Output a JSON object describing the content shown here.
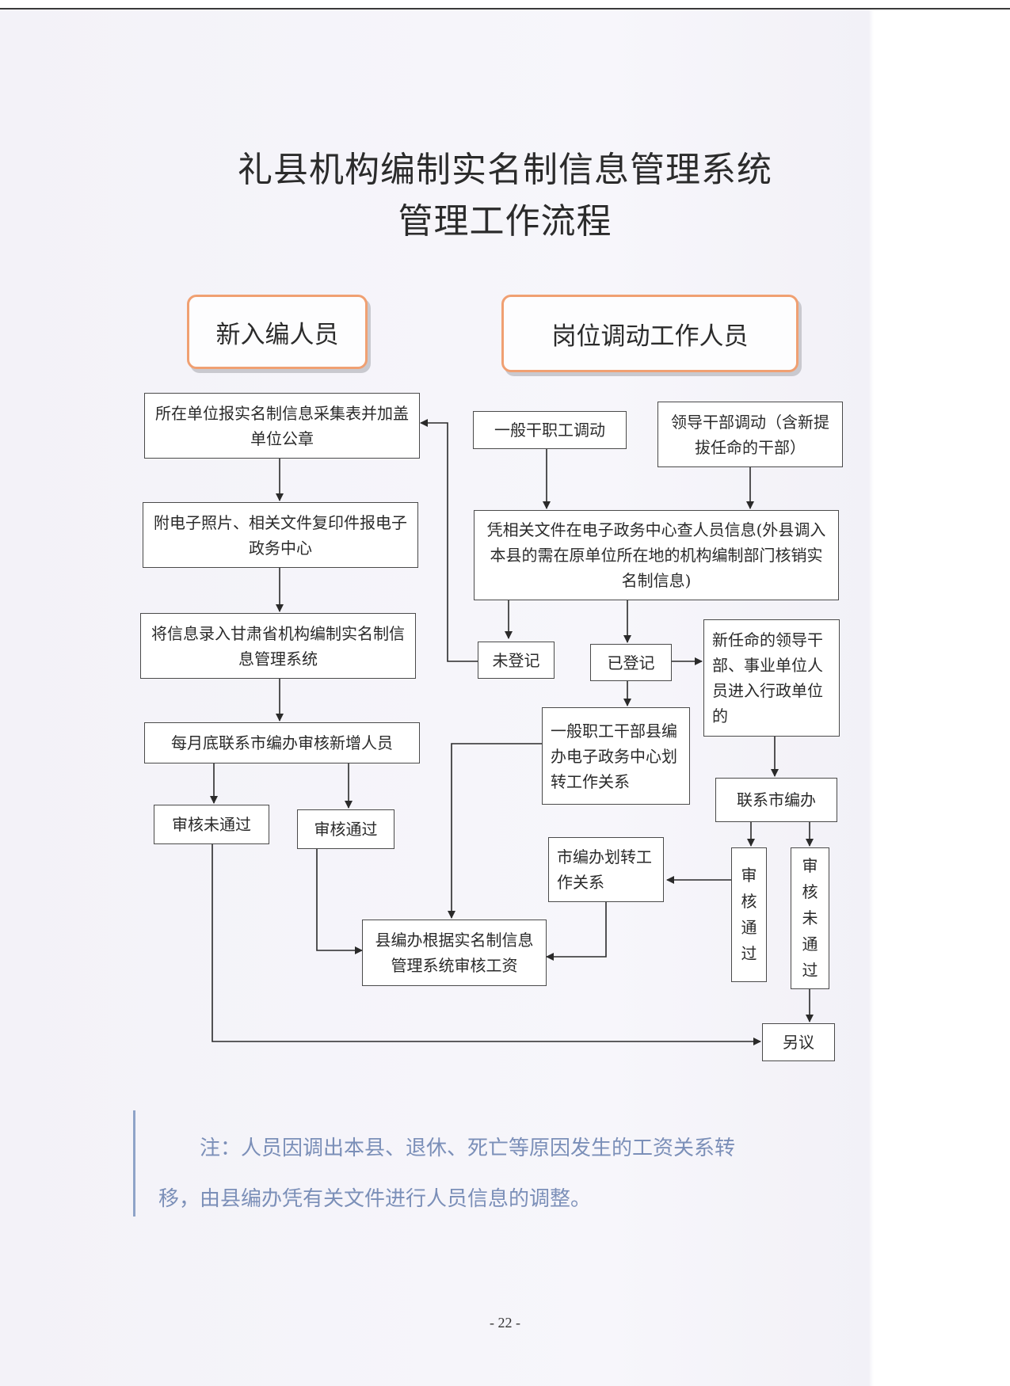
{
  "title": {
    "line1": "礼县机构编制实名制信息管理系统",
    "line2": "管理工作流程"
  },
  "headers": {
    "new_staff": "新入编人员",
    "transfer_staff": "岗位调动工作人员"
  },
  "nodes": {
    "unit_report": "所在单位报实名制信息采集表并加盖单位公章",
    "attach_photo": "附电子照片、相关文件复印件报电子政务中心",
    "enter_system": "将信息录入甘肃省机构编制实名制信息管理系统",
    "monthly_contact": "每月底联系市编办审核新增人员",
    "audit_fail_left": "审核未通过",
    "audit_pass_left": "审核通过",
    "general_transfer": "一般干职工调动",
    "leader_transfer": "领导干部调动（含新提拔任命的干部）",
    "check_info": "凭相关文件在电子政务中心查人员信息(外县调入本县的需在原单位所在地的机构编制部门核销实名制信息)",
    "not_registered": "未登记",
    "registered": "已登记",
    "new_appoint": "新任命的领导干部、事业单位人员进入行政单位的",
    "county_transfer": "一般职工干部县编办电子政务中心划转工作关系",
    "contact_city": "联系市编办",
    "city_transfer": "市编办划转工作关系",
    "audit_pass_right": "审核通过",
    "audit_fail_right": "审核未通过",
    "salary_audit": "县编办根据实名制信息管理系统审核工资",
    "other": "另议"
  },
  "note": {
    "line1": "注：人员因调出本县、退休、死亡等原因发生的工资关系转",
    "line2": "移，由县编办凭有关文件进行人员信息的调整。"
  },
  "page_number": "- 22 -"
}
